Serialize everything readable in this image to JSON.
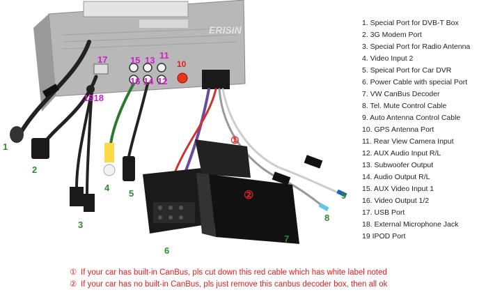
{
  "watermark": "ERISIN",
  "callouts": {
    "c1": "1",
    "c2": "2",
    "c3": "3",
    "c4": "4",
    "c5": "5",
    "c6": "6",
    "c7": "7",
    "c8": "8",
    "c9": "9",
    "c10": "10",
    "c11": "11",
    "c12": "12",
    "c13": "13",
    "c14": "14",
    "c15": "15",
    "c16": "16",
    "c17": "17",
    "c1918": "1918",
    "circle1": "①",
    "circle2": "②"
  },
  "legend": [
    "1. Special Port for DVB-T Box",
    "2. 3G Modem Port",
    "3. Special Port for Radio Antenna",
    "4. Video Input 2",
    "5. Speical Port for Car DVR",
    "6. Power Cable with special Port",
    "7. VW CanBus Decoder",
    "8. Tel. Mute Control Cable",
    "9. Auto Antenna Control Cable",
    "10. GPS Antenna Port",
    "11. Rear View Camera Input",
    "12. AUX Audio Input R/L",
    "13. Subwoofer Output",
    "14. Audio Output R/L",
    "15. AUX Video Input 1",
    "16. Video Output 1/2",
    "17. USB Port",
    "18. External Microphone Jack",
    "19 IPOD Port"
  ],
  "notes": [
    {
      "mark": "①",
      "text": "If your car has built-in CanBus, pls cut down this red cable which has white label noted"
    },
    {
      "mark": "②",
      "text": "If your car has no built-in CanBus, pls just remove this canbus decoder box, then all ok"
    }
  ],
  "colors": {
    "callout_green": "#2e8b2e",
    "callout_magenta": "#cc22cc",
    "note_red": "#e02020"
  }
}
